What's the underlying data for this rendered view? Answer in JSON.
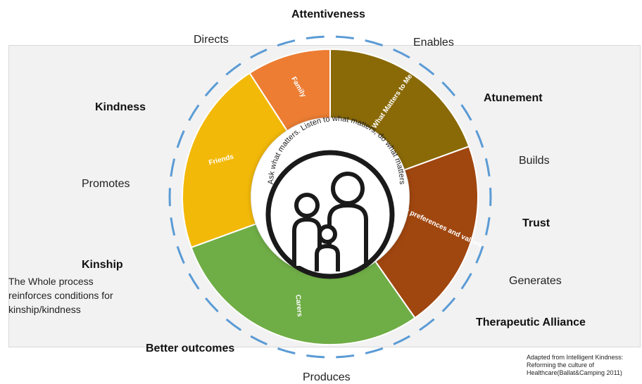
{
  "center_text": "Ask what matters. Listen to what matters, do what matters",
  "segments": [
    {
      "label": "What Matters to Me",
      "color": "#8a6a07"
    },
    {
      "label": "My preferences and values",
      "color": "#a0460f"
    },
    {
      "label": "Carers",
      "color": "#6fad46"
    },
    {
      "label": "Friends",
      "color": "#f3b908"
    },
    {
      "label": "Family",
      "color": "#ec7d33"
    }
  ],
  "outer_labels": {
    "attentiveness": "Attentiveness",
    "directs": "Directs",
    "enables": "Enables",
    "kindness": "Kindness",
    "atunement": "Atunement",
    "builds": "Builds",
    "promotes": "Promotes",
    "trust": "Trust",
    "kinship": "Kinship",
    "generates": "Generates",
    "therapeutic_alliance": "Therapeutic Alliance",
    "better_outcomes": "Better outcomes",
    "produces": "Produces"
  },
  "whole_process_note": "The Whole process reinforces conditions for kinship/kindness",
  "credit": "Adapted from Intelligent Kindness: Reforming the culture of Healthcare(Ballat&Camping 2011)",
  "colors": {
    "arrow": "#5b9bd5",
    "center_ring": "#1a1a1a",
    "segment_text": "#ffffff"
  }
}
